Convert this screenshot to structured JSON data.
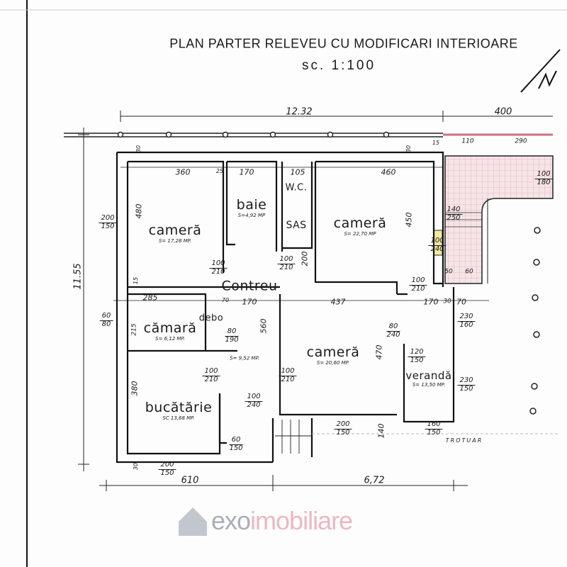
{
  "title": "PLAN PARTER RELEVEU CU MODIFICARI INTERIOARE",
  "scale": "sc. 1:100",
  "north_label": "N",
  "street_label": "TROTUAR",
  "watermark": {
    "brand_a": "exo",
    "brand_b": "imobiliare"
  },
  "colors": {
    "ink": "#1a1a1a",
    "terrace_hatch": "#e8b8bd",
    "watermark_pink": "#e7a1ad",
    "watermark_gray": "#8d96a3",
    "highlight_yellow": "#f3e9a0"
  },
  "rooms": [
    {
      "name": "cameră",
      "area": "S= 17,28 MP."
    },
    {
      "name": "baie",
      "area": "S=4,92 MP"
    },
    {
      "name": "W.C.",
      "area": ""
    },
    {
      "name": "SAS",
      "area": ""
    },
    {
      "name": "cameră",
      "area": "S= 22,70 MP"
    },
    {
      "name": "Contreu",
      "area": ""
    },
    {
      "name": "cămară",
      "area": "S= 6,12 MP."
    },
    {
      "name": "debo",
      "area": ""
    },
    {
      "name": "",
      "area": "S= 9,52 MP."
    },
    {
      "name": "cameră",
      "area": "S= 20,60 MP."
    },
    {
      "name": "verandă",
      "area": "S= 13,50 MP."
    },
    {
      "name": "bucătărie",
      "area": "SC 13,68 MP."
    }
  ],
  "overall_dimensions": {
    "top_width": "12.32",
    "top_right": "400",
    "bottom_left": "610",
    "bottom_right": "6,72",
    "left_height": "11.55"
  },
  "dimensions": [
    "360",
    "170",
    "105",
    "460",
    "480",
    "450",
    "285",
    "70",
    "170",
    "437",
    "170",
    "30",
    "70",
    "560",
    "470",
    "380",
    "215",
    "200",
    "140",
    "110",
    "290",
    "15",
    "50",
    "60",
    "25",
    "30",
    "30",
    "30",
    "15"
  ],
  "openings": [
    {
      "top": "200",
      "bottom": "150"
    },
    {
      "top": "100",
      "bottom": "210"
    },
    {
      "top": "100",
      "bottom": "210"
    },
    {
      "top": "60",
      "bottom": "80"
    },
    {
      "top": "80",
      "bottom": "190"
    },
    {
      "top": "100",
      "bottom": "210"
    },
    {
      "top": "100",
      "bottom": "210"
    },
    {
      "top": "100",
      "bottom": "240"
    },
    {
      "top": "60",
      "bottom": "150"
    },
    {
      "top": "200",
      "bottom": "150"
    },
    {
      "top": "200",
      "bottom": "150"
    },
    {
      "top": "160",
      "bottom": "150"
    },
    {
      "top": "80",
      "bottom": "240"
    },
    {
      "top": "120",
      "bottom": "150"
    },
    {
      "top": "230",
      "bottom": "160"
    },
    {
      "top": "230",
      "bottom": "150"
    },
    {
      "top": "100",
      "bottom": "240"
    },
    {
      "top": "100",
      "bottom": "180"
    },
    {
      "top": "140",
      "bottom": "250"
    },
    {
      "top": "100",
      "bottom": "210"
    }
  ]
}
